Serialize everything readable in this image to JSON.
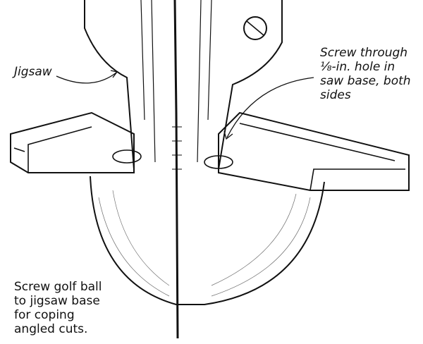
{
  "labels": {
    "jigsaw": "Jigsaw",
    "screw_lines": [
      "Screw through",
      "⅛-in. hole in",
      "saw base, both",
      "sides"
    ],
    "golf_lines": [
      "Screw golf ball",
      "to jigsaw base",
      "for coping",
      "angled cuts."
    ]
  },
  "colors": {
    "ink": "#111111",
    "paper": "#ffffff"
  }
}
